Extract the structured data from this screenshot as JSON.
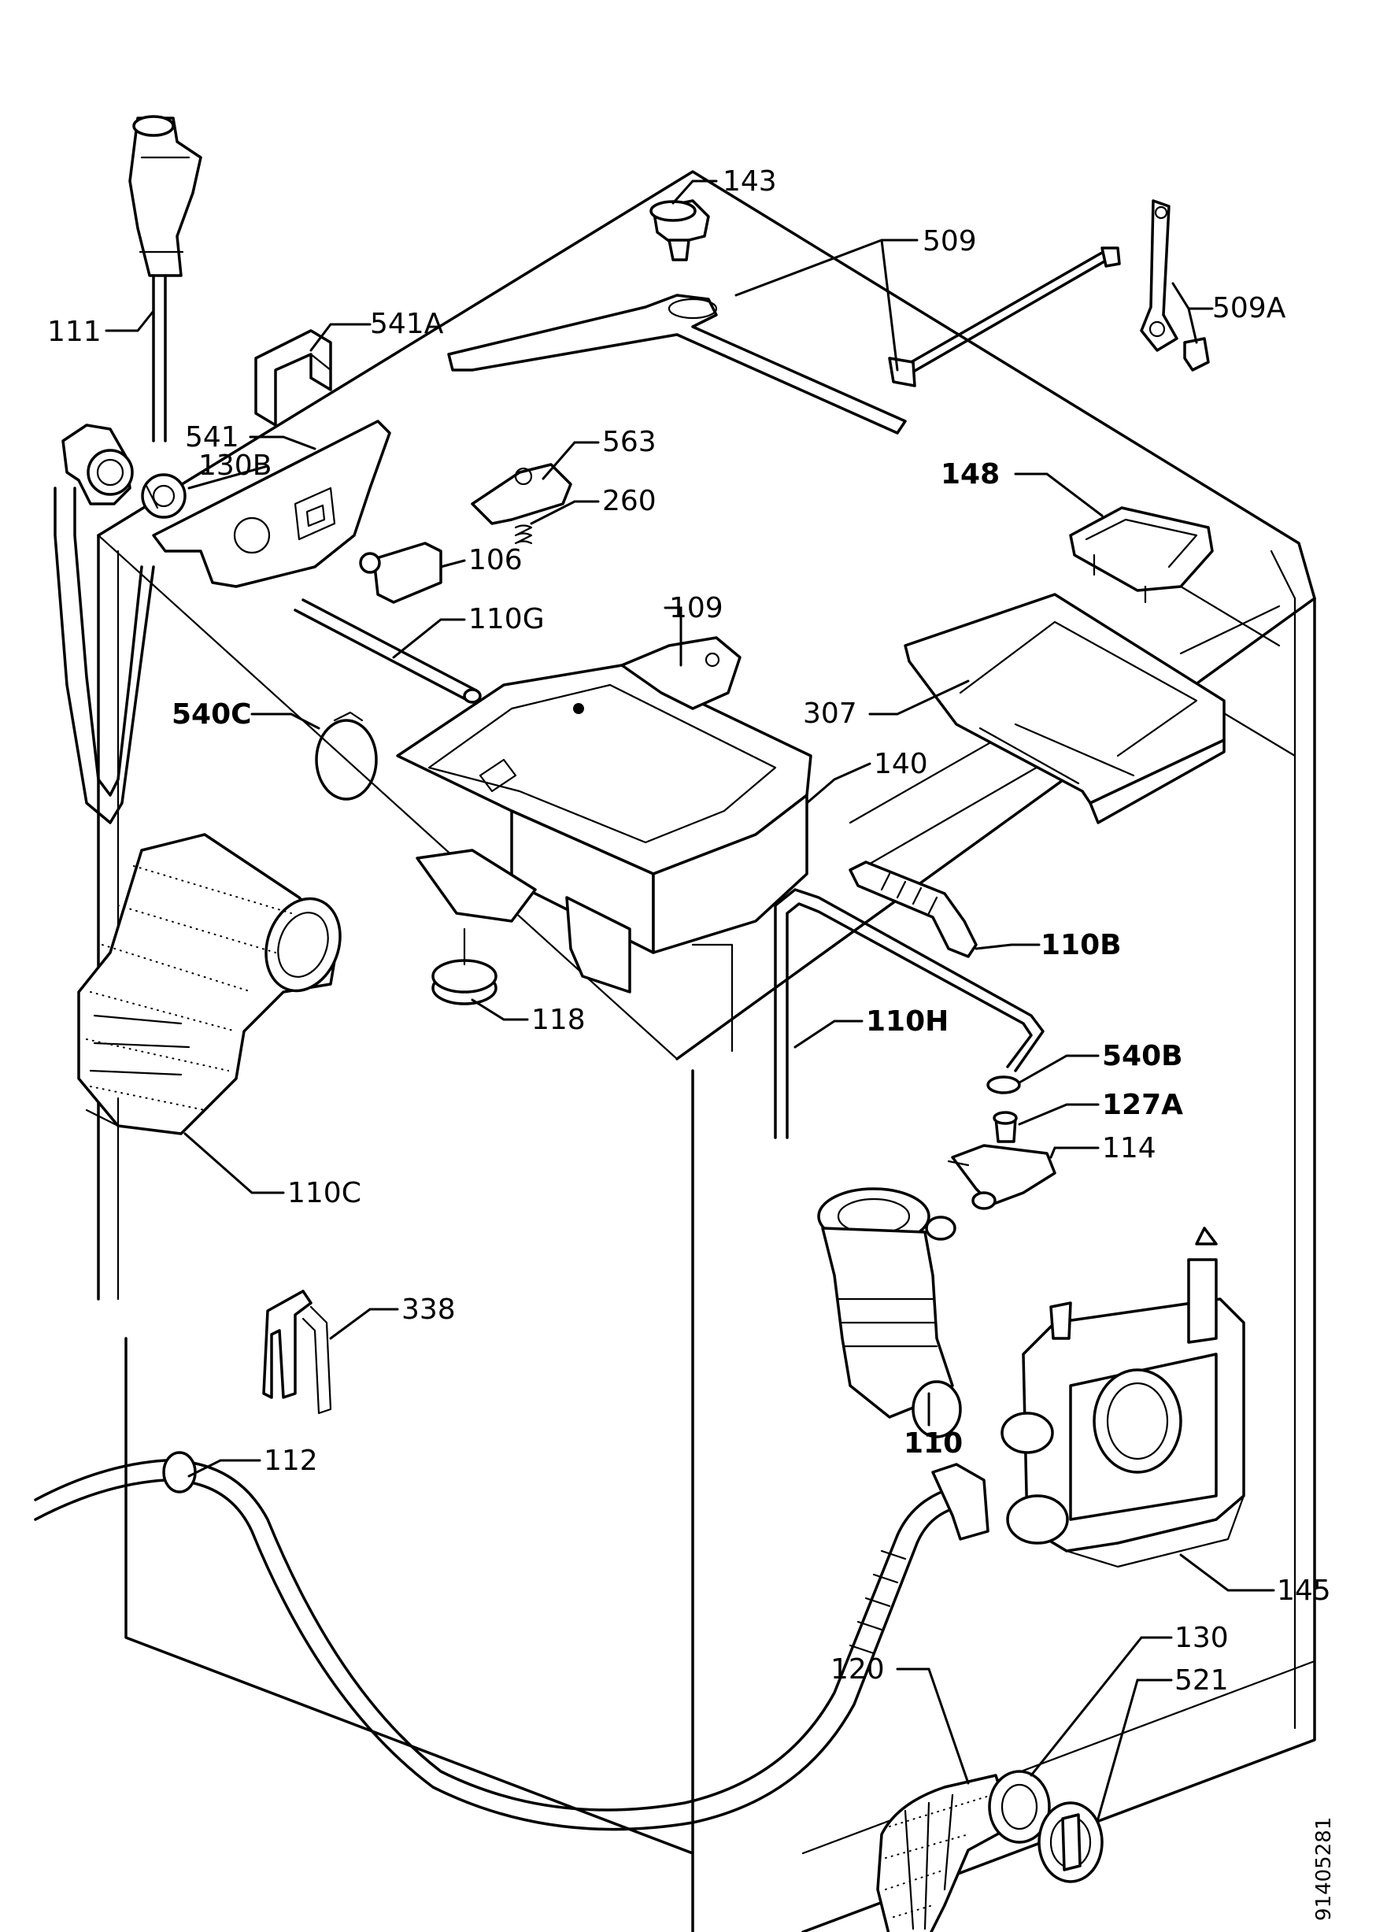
{
  "callouts": {
    "p111": "111",
    "p541A": "541A",
    "p143": "143",
    "p509": "509",
    "p509A": "509A",
    "p541": "541",
    "p130B": "130B",
    "p563": "563",
    "p260": "260",
    "p148": "148",
    "p106": "106",
    "p110G": "110G",
    "p109": "109",
    "p540C": "540C",
    "p307": "307",
    "p140": "140",
    "p110B": "110B",
    "p118": "118",
    "p110H": "110H",
    "p540B": "540B",
    "p127A": "127A",
    "p114": "114",
    "p110C": "110C",
    "p338": "338",
    "p110": "110",
    "p112": "112",
    "p145": "145",
    "p130": "130",
    "p120": "120",
    "p521": "521"
  },
  "drawing_number": "91405281"
}
